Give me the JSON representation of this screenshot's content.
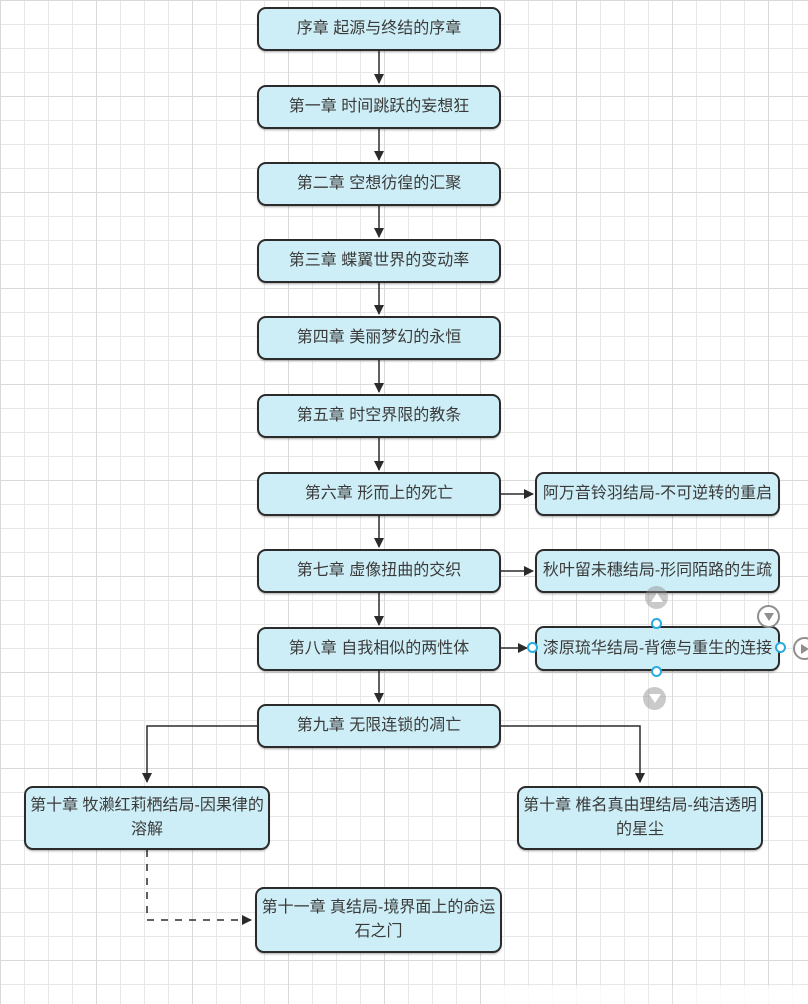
{
  "diagram": {
    "nodes": [
      {
        "id": "prologue",
        "label": "序章 起源与终结的序章"
      },
      {
        "id": "chapter-1",
        "label": "第一章 时间跳跃的妄想狂"
      },
      {
        "id": "chapter-2",
        "label": "第二章 空想彷徨的汇聚"
      },
      {
        "id": "chapter-3",
        "label": "第三章 蝶翼世界的变动率"
      },
      {
        "id": "chapter-4",
        "label": "第四章 美丽梦幻的永恒"
      },
      {
        "id": "chapter-5",
        "label": "第五章 时空界限的教条"
      },
      {
        "id": "chapter-6",
        "label": "第六章 形而上的死亡"
      },
      {
        "id": "chapter-7",
        "label": "第七章 虚像扭曲的交织"
      },
      {
        "id": "chapter-8",
        "label": "第八章 自我相似的两性体"
      },
      {
        "id": "chapter-9",
        "label": "第九章 无限连锁的凋亡"
      },
      {
        "id": "suzuha-ending",
        "label": "阿万音铃羽结局-不可逆转的重启"
      },
      {
        "id": "faris-ending",
        "label": "秋叶留未穗结局-形同陌路的生疏"
      },
      {
        "id": "luka-ending",
        "label": "漆原琉华结局-背德与重生的连接"
      },
      {
        "id": "kurisu-ending",
        "label": "第十章 牧濑红莉栖结局-因果律的溶解"
      },
      {
        "id": "mayuri-ending",
        "label": "第十章 椎名真由理结局-纯洁透明的星尘"
      },
      {
        "id": "true-ending",
        "label": "第十一章 真结局-境界面上的命运石之门"
      }
    ],
    "colors": {
      "node_fill": "#cdeef6",
      "node_border": "#2b2b2b",
      "connector": "#2b2b2b",
      "selection_handle": "#29abe2",
      "grid_minor": "#e7e7e7",
      "grid_major": "#d9d9d9",
      "quick_button_gray": "#8f8f8f"
    },
    "ui": {
      "selected_node_id": "luka-ending",
      "selection_handles": [
        "top",
        "bottom",
        "left",
        "right"
      ],
      "quick_arrow_buttons": [
        {
          "icon": "triangle-up-icon",
          "style": "filled-gray"
        },
        {
          "icon": "triangle-down-icon",
          "style": "outline"
        },
        {
          "icon": "triangle-down-icon",
          "style": "filled-gray"
        },
        {
          "icon": "triangle-right-icon",
          "style": "outline"
        }
      ]
    }
  }
}
